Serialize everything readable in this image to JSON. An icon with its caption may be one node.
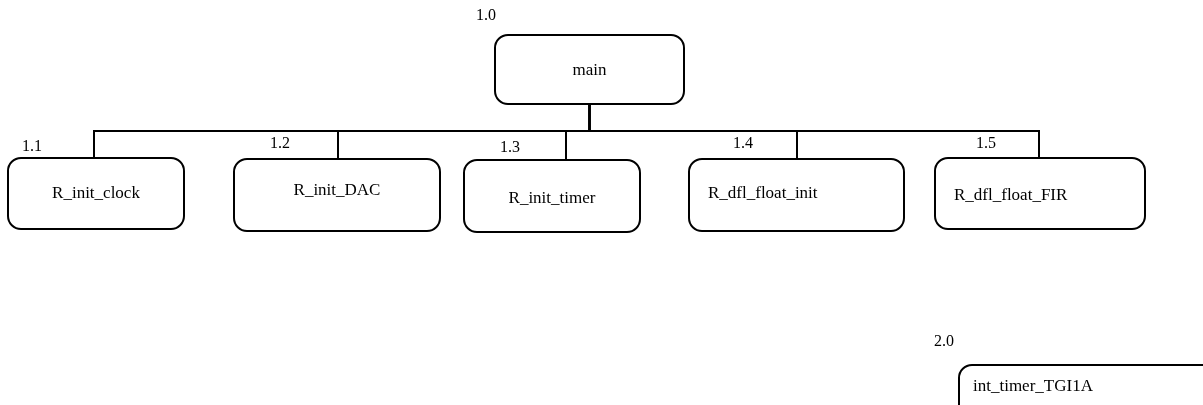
{
  "diagram": {
    "nodes": [
      {
        "text": [
          "main"
        ],
        "beside": [
          "1.0"
        ]
      },
      {
        "text": [
          "R_init_clock"
        ],
        "beside": [
          "1.1"
        ]
      },
      {
        "text": [
          "R_init_DAC"
        ],
        "beside": [
          "1.2"
        ]
      },
      {
        "text": [
          "R_init_timer"
        ],
        "beside": [
          "1.3"
        ]
      },
      {
        "text": [
          "R_dfl_float_init"
        ],
        "beside": [
          "1.4"
        ]
      },
      {
        "text": [
          "R_dfl_float_FIR"
        ],
        "beside": [
          "1.5"
        ]
      },
      {
        "text": [
          "int_timer_TGI1A"
        ],
        "beside": [
          "2.0"
        ]
      }
    ],
    "edges": [
      {
        "from": 0,
        "to": 1,
        "arrow": "none"
      },
      {
        "from": 0,
        "to": 2,
        "arrow": "none"
      },
      {
        "from": 0,
        "to": 3,
        "arrow": "none"
      },
      {
        "from": 0,
        "to": 4,
        "arrow": "none"
      },
      {
        "from": 0,
        "to": 5,
        "arrow": "none"
      }
    ]
  }
}
